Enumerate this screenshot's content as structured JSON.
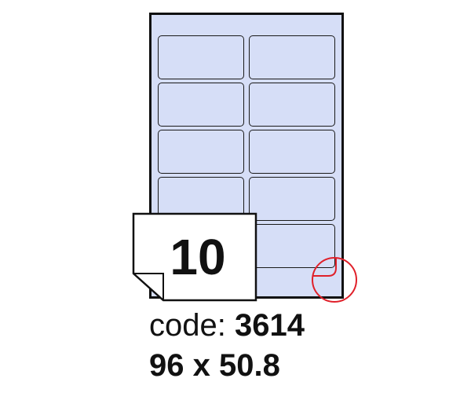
{
  "badge": {
    "count": "10"
  },
  "product": {
    "code_label": "code:",
    "code_value": "3614",
    "dimensions": "96 x 50.8"
  },
  "sheet": {
    "columns": 2,
    "rows": 5
  },
  "colors": {
    "label_fill": "#d6def7",
    "outline": "#111111",
    "peel_icon": "#e0202a"
  },
  "icons": {
    "corner": "peel-corner-icon"
  }
}
